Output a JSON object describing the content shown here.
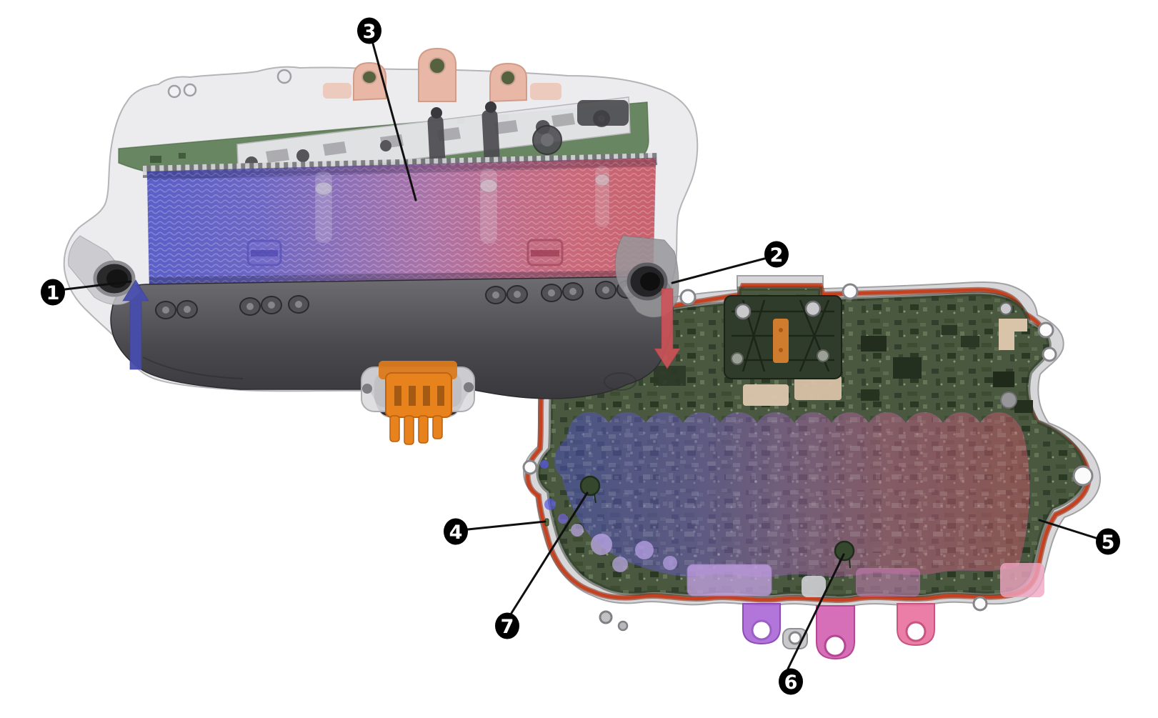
{
  "figure": {
    "background": "#ffffff",
    "callout_badge": {
      "fill": "#000000",
      "text_color": "#ffffff"
    }
  },
  "callouts": [
    {
      "label": "1"
    },
    {
      "label": "2"
    },
    {
      "label": "3"
    },
    {
      "label": "4"
    },
    {
      "label": "5"
    },
    {
      "label": "6"
    },
    {
      "label": "7"
    }
  ],
  "flow_arrows": {
    "inlet": {
      "direction": "up",
      "color": "#474dac"
    },
    "outlet": {
      "direction": "down",
      "color": "#cd5258"
    }
  },
  "palette": {
    "housing_gray": "#dadadd",
    "heatsink_body_gray": "#4a4a4e",
    "pcb_green": "#49583f",
    "gasket_red": "#c6411f",
    "coolant_cold_blue": "#4b50c4",
    "coolant_hot_red": "#c5525e",
    "copper_terminal": "#e9b7a5",
    "connector_orange": "#e8821d",
    "busbar_purple": "#aa66d6",
    "busbar_magenta": "#d262b2",
    "busbar_pink": "#e8709c"
  }
}
